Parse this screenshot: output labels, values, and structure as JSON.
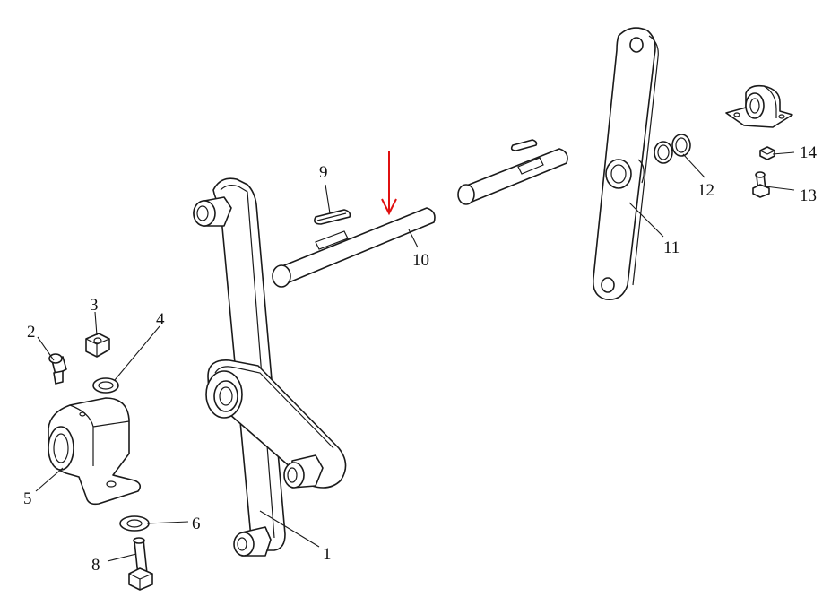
{
  "diagram": {
    "part_labels": [
      "1",
      "2",
      "3",
      "4",
      "5",
      "6",
      "8",
      "9",
      "10",
      "11",
      "12",
      "13",
      "14"
    ],
    "highlight_color": "#e01010",
    "line_color": "#1a1a1a",
    "background_color": "#ffffff"
  }
}
